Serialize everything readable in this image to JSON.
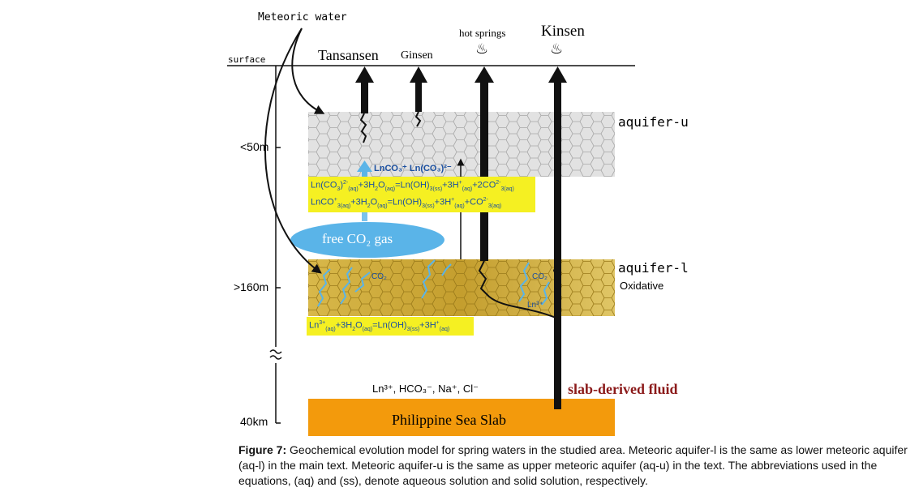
{
  "labels": {
    "meteoric_water": "Meteoric water",
    "surface": "surface",
    "tansansen": "Tansansen",
    "ginsen": "Ginsen",
    "hot_springs": "hot springs",
    "kinsen": "Kinsen",
    "spring_symbol": "♨",
    "aquifer_u": "aquifer-u",
    "aquifer_l": "aquifer-l",
    "oxidative": "Oxidative",
    "free_co2": "free CO₂ gas",
    "co2": "CO₂",
    "ln3": "Ln³⁺",
    "lnco3_species": "LnCO₃⁺ Ln(CO₃)²⁻",
    "ions": "Ln³⁺, HCO₃⁻, Na⁺, Cl⁻",
    "slab_fluid": "slab-derived fluid",
    "slab": "Philippine Sea Slab",
    "depth_50": "<50m",
    "depth_160": ">160m",
    "depth_40km": "40km",
    "break_symbol": "≈"
  },
  "equations": {
    "upper": [
      [
        [
          "Ln(CO",
          ""
        ],
        [
          "3",
          "sub"
        ],
        [
          ")",
          ""
        ],
        [
          "2-",
          "sup"
        ],
        [
          "(aq)",
          "sub"
        ],
        [
          "+3H",
          ""
        ],
        [
          "2",
          "sub"
        ],
        [
          "O",
          ""
        ],
        [
          "(aq)",
          "sub"
        ],
        [
          "=Ln(OH)",
          ""
        ],
        [
          "3(ss)",
          "sub"
        ],
        [
          "+3H",
          ""
        ],
        [
          "+",
          "sup"
        ],
        [
          "(aq)",
          "sub"
        ],
        [
          "+2CO",
          ""
        ],
        [
          "2-",
          "sup"
        ],
        [
          "3(aq)",
          "sub"
        ]
      ],
      [
        [
          "LnCO",
          ""
        ],
        [
          "+",
          "sup"
        ],
        [
          "3(aq)",
          "sub"
        ],
        [
          "+3H",
          ""
        ],
        [
          "2",
          "sub"
        ],
        [
          "O",
          ""
        ],
        [
          "(aq)",
          "sub"
        ],
        [
          "=Ln(OH)",
          ""
        ],
        [
          "3(ss)",
          "sub"
        ],
        [
          "+3H",
          ""
        ],
        [
          "+",
          "sup"
        ],
        [
          "(aq)",
          "sub"
        ],
        [
          "+CO",
          ""
        ],
        [
          "2-",
          "sup"
        ],
        [
          "3(aq)",
          "sub"
        ]
      ]
    ],
    "lower": [
      [
        [
          "Ln",
          ""
        ],
        [
          "3+",
          "sup"
        ],
        [
          "(aq)",
          "sub"
        ],
        [
          "+3H",
          ""
        ],
        [
          "2",
          "sub"
        ],
        [
          "O",
          ""
        ],
        [
          "(aq)",
          "sub"
        ],
        [
          "=Ln(OH)",
          ""
        ],
        [
          "3(ss)",
          "sub"
        ],
        [
          "+3H",
          ""
        ],
        [
          "+",
          "sup"
        ],
        [
          "(aq)",
          "sub"
        ]
      ]
    ]
  },
  "caption": {
    "label": "Figure 7:",
    "text": " Geochemical evolution model for spring waters in the studied area. Meteoric aquifer-l is the same as lower meteoric aquifer (aq-l) in the main text. Meteoric aquifer-u is the same as upper meteoric aquifer (aq-u) in the text. The abbreviations used in the equations, (aq) and (ss), denote aqueous solution and solid solution, respectively."
  },
  "colors": {
    "aquifer_u": "#e2e2e2",
    "aquifer_l": "#c9a93a",
    "slab": "#f39a0c",
    "co2": "#5ab4e8",
    "eq_bg": "#f5f022",
    "fluid_text": "#8b1a1a"
  }
}
